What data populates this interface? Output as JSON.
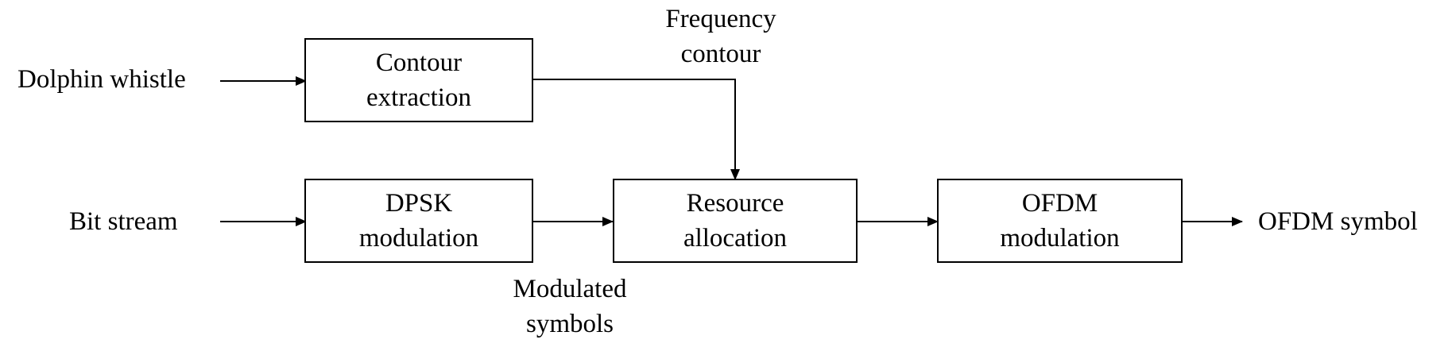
{
  "inputs": {
    "dolphin_whistle": "Dolphin whistle",
    "bit_stream": "Bit stream"
  },
  "blocks": {
    "contour_extraction": [
      "Contour",
      "extraction"
    ],
    "dpsk_modulation": [
      "DPSK",
      "modulation"
    ],
    "resource_allocation": [
      "Resource",
      "allocation"
    ],
    "ofdm_modulation": [
      "OFDM",
      "modulation"
    ]
  },
  "signals": {
    "frequency_contour": [
      "Frequency",
      "contour"
    ],
    "modulated_symbols": [
      "Modulated",
      "symbols"
    ]
  },
  "output": {
    "ofdm_symbol": "OFDM symbol"
  }
}
